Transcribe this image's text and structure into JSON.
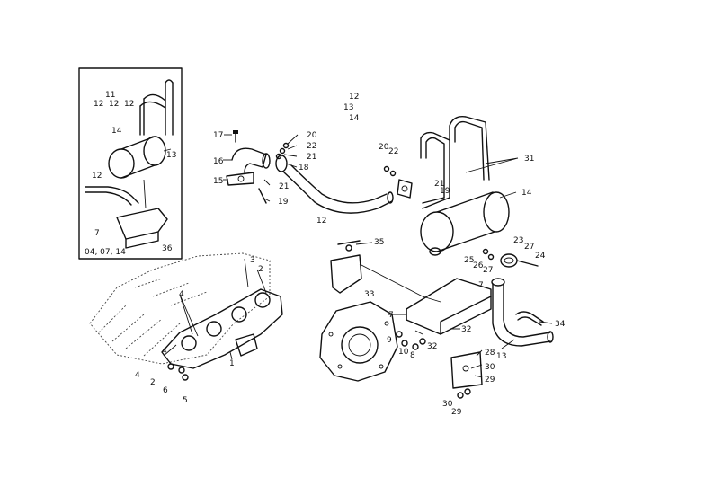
{
  "inset": {
    "variant_list": [
      "11",
      "12",
      "12",
      "12"
    ],
    "code": "04, 07, 14",
    "labels": [
      "14",
      "13",
      "12",
      "7",
      "36"
    ]
  },
  "variant_list_top": [
    "12",
    "13",
    "14"
  ],
  "callouts": [
    "1",
    "2",
    "2",
    "3",
    "4",
    "4",
    "4",
    "5",
    "6",
    "7",
    "7",
    "8",
    "9",
    "10",
    "12",
    "13",
    "14",
    "15",
    "16",
    "17",
    "18",
    "19",
    "19",
    "20",
    "20",
    "21",
    "21",
    "21",
    "22",
    "22",
    "23",
    "24",
    "25",
    "26",
    "27",
    "27",
    "28",
    "29",
    "29",
    "30",
    "30",
    "31",
    "32",
    "32",
    "33",
    "34",
    "35"
  ]
}
